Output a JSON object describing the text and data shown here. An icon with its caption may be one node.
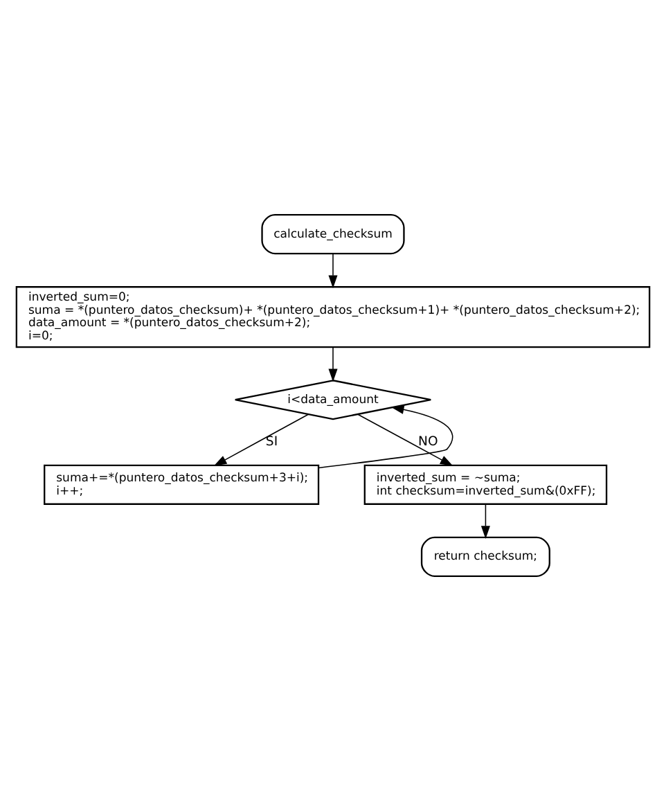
{
  "diagram": {
    "nodes": [
      {
        "text": [
          "calculate_checksum"
        ]
      },
      {
        "text": [
          "inverted_sum=0;",
          "suma = *(puntero_datos_checksum)+ *(puntero_datos_checksum+1)+ *(puntero_datos_checksum+2);",
          "data_amount = *(puntero_datos_checksum+2);",
          "i=0;"
        ]
      },
      {
        "text": [
          "i<data_amount"
        ]
      },
      {
        "text": [
          "suma+=*(puntero_datos_checksum+3+i);",
          "i++;"
        ]
      },
      {
        "text": [
          "inverted_sum = ~suma;",
          "int checksum=inverted_sum&(0xFF);"
        ]
      },
      {
        "text": [
          "return checksum;"
        ]
      }
    ],
    "edges": [
      {
        "from": 0,
        "to": 1,
        "arrow": "to"
      },
      {
        "from": 1,
        "to": 2,
        "arrow": "to"
      },
      {
        "from": 2,
        "to": 3,
        "label": "SI",
        "arrow": "to"
      },
      {
        "from": 3,
        "to": 2,
        "arrow": "to"
      },
      {
        "from": 2,
        "to": 4,
        "label": "NO",
        "arrow": "to"
      },
      {
        "from": 4,
        "to": 5,
        "arrow": "to"
      }
    ]
  }
}
